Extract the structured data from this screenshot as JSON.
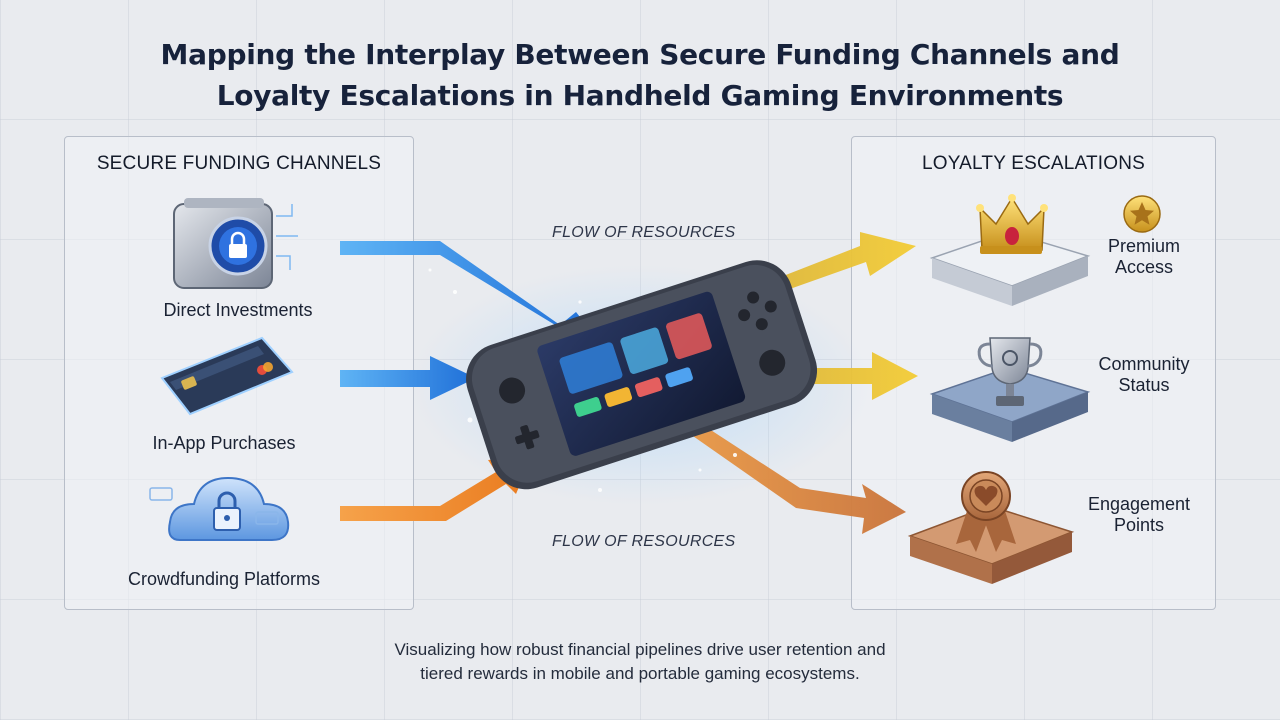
{
  "title": {
    "line1": "Mapping the Interplay Between Secure Funding Channels and",
    "line2": "Loyalty Escalations in Handheld Gaming Environments"
  },
  "left_panel": {
    "title": "SECURE FUNDING CHANNELS",
    "items": [
      {
        "label": "Direct Investments",
        "icon": "vault-lock-icon"
      },
      {
        "label": "In-App Purchases",
        "icon": "credit-card-icon"
      },
      {
        "label": "Crowdfunding Platforms",
        "icon": "cloud-lock-icon"
      }
    ]
  },
  "right_panel": {
    "title": "LOYALTY ESCALATIONS",
    "items": [
      {
        "line1": "Premium",
        "line2": "Access",
        "icon": "crown-icon"
      },
      {
        "line1": "Community",
        "line2": "Status",
        "icon": "trophy-icon"
      },
      {
        "line1": "Engagement",
        "line2": "Points",
        "icon": "medal-icon"
      }
    ]
  },
  "flow_labels": {
    "top": "FLOW OF RESOURCES",
    "bottom": "FLOW OF RESOURCES"
  },
  "caption": {
    "line1": "Visualizing how robust financial pipelines drive user retention and",
    "line2": "tiered rewards in mobile and portable gaming ecosystems."
  },
  "colors": {
    "blue_arrow": "#2f8fe6",
    "orange_arrow": "#f0892e",
    "gold_arrow": "#e2b326",
    "title": "#17223b"
  }
}
